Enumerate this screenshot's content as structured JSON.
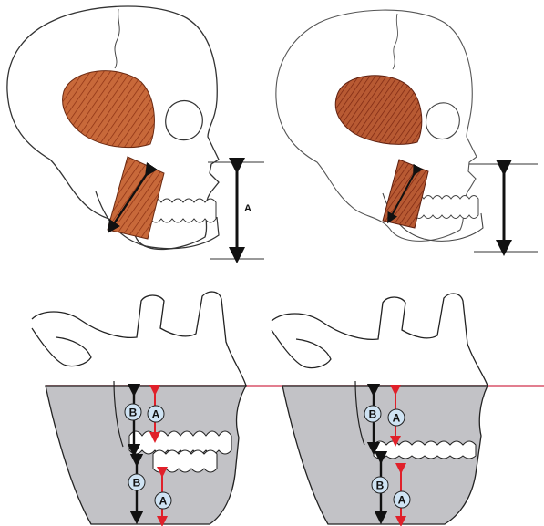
{
  "figure": {
    "top_panels": [
      {
        "id": "skull-left",
        "measure_label": "A"
      },
      {
        "id": "skull-right",
        "measure_label": ""
      }
    ],
    "bottom_panels": [
      {
        "id": "jaw-left",
        "labels": [
          "B",
          "A",
          "B",
          "A"
        ]
      },
      {
        "id": "jaw-right",
        "labels": [
          "B",
          "A",
          "B",
          "A"
        ]
      }
    ],
    "colors": {
      "muscle": "#c8693a",
      "muscle_fiber": "#8a2f12",
      "muscle_dark": "#9b3d1a",
      "jaw_fill": "#c2c2c6",
      "reference_line": "#d9536a",
      "arrow_red": "#e0202a",
      "arrow_black": "#111111",
      "badge_fill": "#cfe3f3"
    }
  }
}
